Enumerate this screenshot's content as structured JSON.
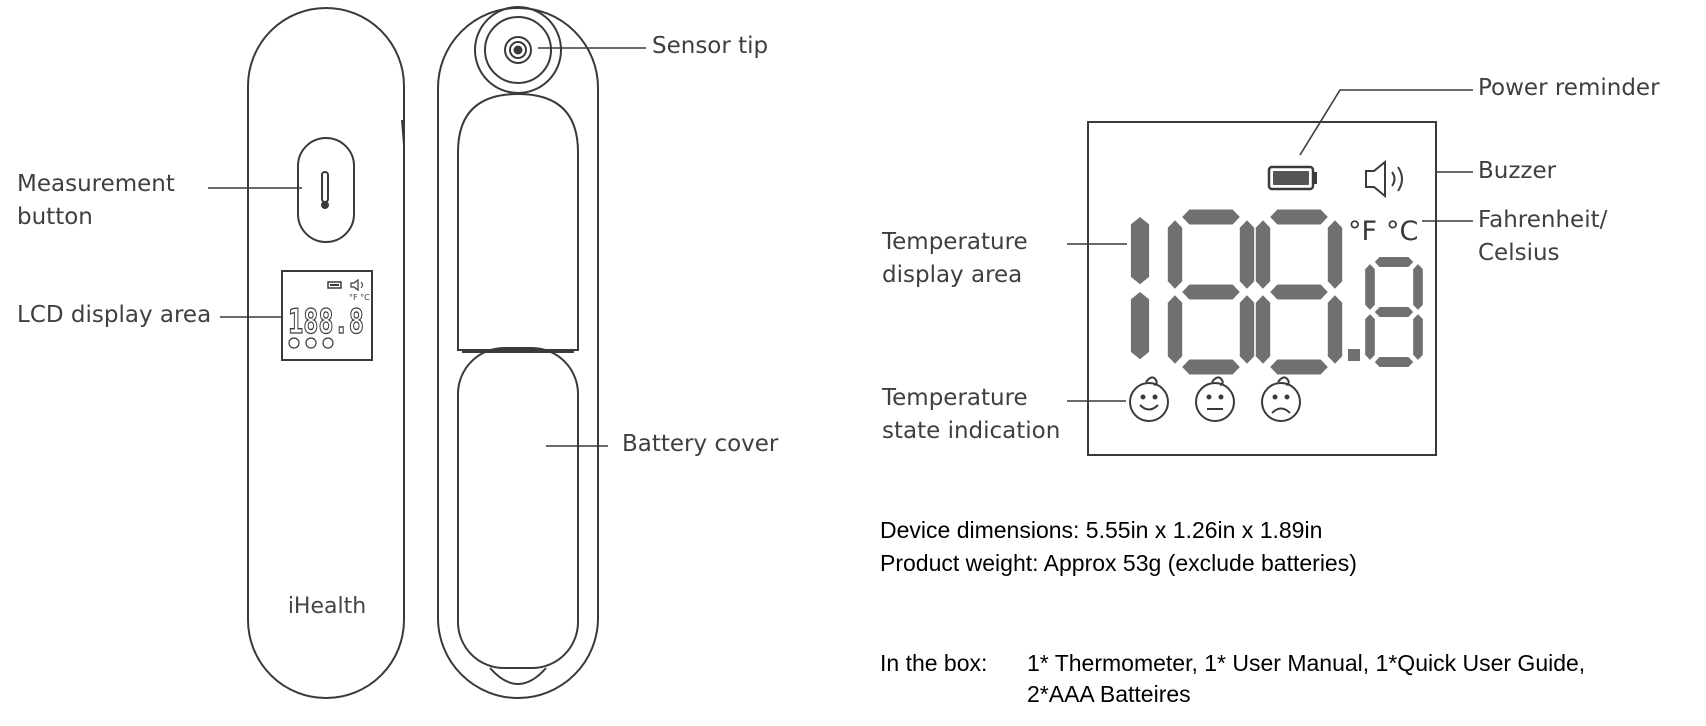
{
  "device": {
    "brand": "iHealth",
    "lcd_preview_digits": "188.8",
    "unit_symbols": "°F °C"
  },
  "callouts": {
    "measurement_button": [
      "Measurement",
      "button"
    ],
    "lcd_display_area": "LCD display area",
    "sensor_tip": "Sensor tip",
    "battery_cover": "Battery cover",
    "power_reminder": "Power reminder",
    "buzzer": "Buzzer",
    "fahrenheit_celsius": [
      "Fahrenheit/",
      "Celsius"
    ],
    "temperature_display_area": [
      "Temperature",
      "display area"
    ],
    "temperature_state_indication": [
      "Temperature",
      "state indication"
    ]
  },
  "lcd_detail": {
    "digits": "188.8",
    "unit_f": "°F",
    "unit_c": "°C",
    "states": [
      "smile-face",
      "neutral-face",
      "frown-face"
    ]
  },
  "specs": {
    "dimensions": "Device dimensions: 5.55in x 1.26in x 1.89in",
    "weight": "Product weight: Approx 53g (exclude batteries)",
    "in_box_label": "In the box:",
    "in_box_line1": "1* Thermometer, 1* User Manual, 1*Quick User Guide,",
    "in_box_line2": "2*AAA Batteires"
  },
  "colors": {
    "outline": "#3a3a3a",
    "segment": "#707070",
    "text": "#3f3f3f"
  },
  "icons": [
    "thermometer-icon",
    "battery-icon",
    "speaker-icon"
  ]
}
